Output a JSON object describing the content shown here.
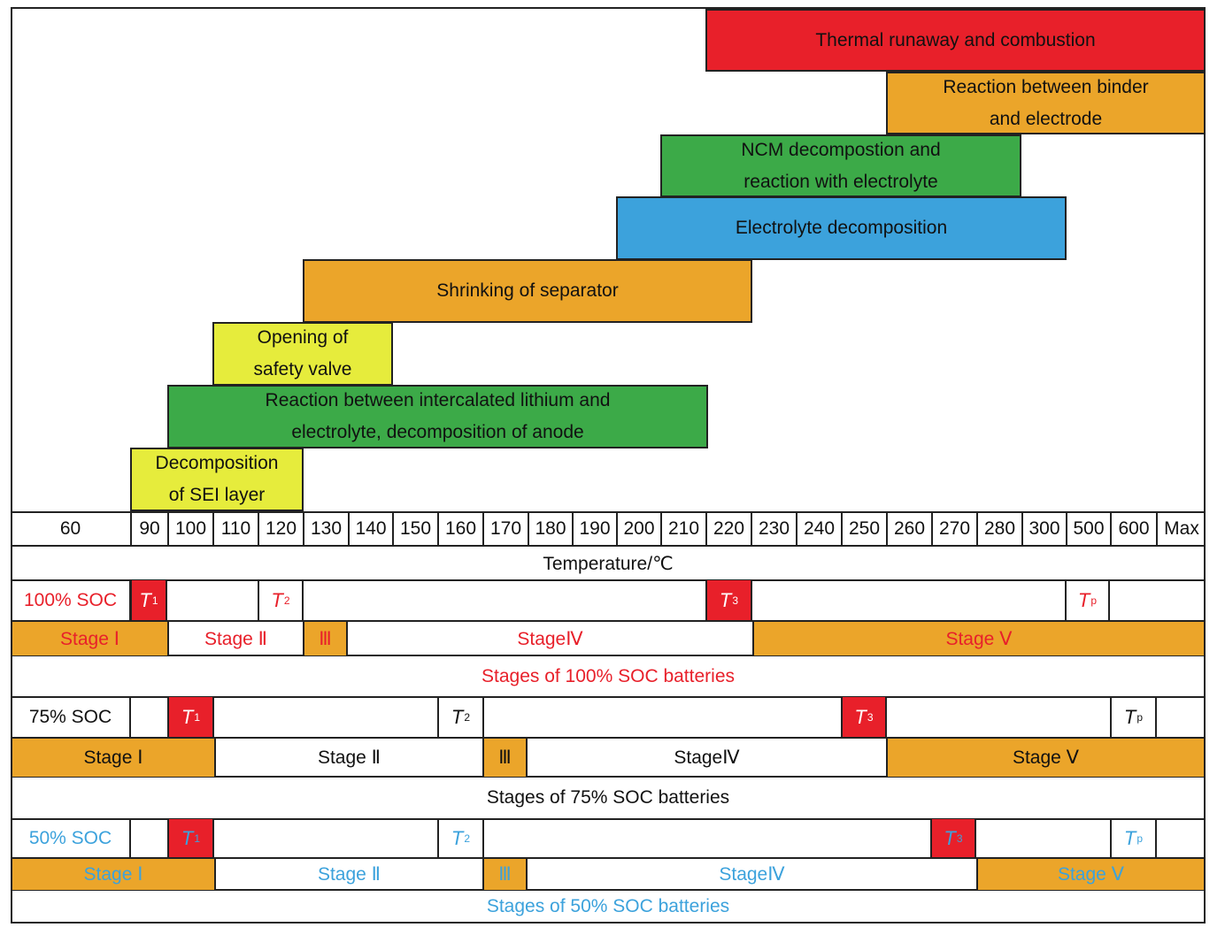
{
  "colors": {
    "red": "#e8202a",
    "orange": "#eba52a",
    "yellow": "#e6ec3c",
    "green": "#3caa48",
    "blue": "#3ca2dc",
    "text_red": "#e8202a",
    "text_blue": "#3ca2dc",
    "text_black": "#111111"
  },
  "reactions": {
    "thermal_runaway": "Thermal runaway and combustion",
    "binder_line1": "Reaction between binder",
    "binder_line2": "and electrode",
    "ncm_line1": "NCM decompostion and",
    "ncm_line2": "reaction with electrolyte",
    "electrolyte": "Electrolyte decomposition",
    "separator": "Shrinking of separator",
    "valve_line1": "Opening of",
    "valve_line2": "safety valve",
    "lithium_line1": "Reaction between intercalated lithium and",
    "lithium_line2": "electrolyte, decomposition of anode",
    "sei_line1": "Decomposition",
    "sei_line2": "of SEI layer"
  },
  "temperature_axis": {
    "ticks": [
      "60",
      "90",
      "100",
      "110",
      "120",
      "130",
      "140",
      "150",
      "160",
      "170",
      "180",
      "190",
      "200",
      "210",
      "220",
      "230",
      "240",
      "250",
      "260",
      "270",
      "280",
      "300",
      "500",
      "600",
      "Max"
    ],
    "label": "Temperature/℃"
  },
  "soc100": {
    "label": "100% SOC",
    "t1": "T",
    "t1_sub": "1",
    "t2": "T",
    "t2_sub": "2",
    "t3": "T",
    "t3_sub": "3",
    "tp": "T",
    "tp_sub": "p",
    "stage1": "Stage Ⅰ",
    "stage2": "Stage Ⅱ",
    "stage3": "Ⅲ",
    "stage4": "StageⅣ",
    "stage5": "Stage Ⅴ",
    "caption": "Stages of 100% SOC batteries"
  },
  "soc75": {
    "label": "75% SOC",
    "t1": "T",
    "t1_sub": "1",
    "t2": "T",
    "t2_sub": "2",
    "t3": "T",
    "t3_sub": "3",
    "tp": "T",
    "tp_sub": "p",
    "stage1": "Stage Ⅰ",
    "stage2": "Stage Ⅱ",
    "stage3": "Ⅲ",
    "stage4": "StageⅣ",
    "stage5": "Stage Ⅴ",
    "caption": "Stages of 75% SOC batteries"
  },
  "soc50": {
    "label": "50% SOC",
    "t1": "T",
    "t1_sub": "1",
    "t2": "T",
    "t2_sub": "2",
    "t3": "T",
    "t3_sub": "3",
    "tp": "T",
    "tp_sub": "p",
    "stage1": "Stage Ⅰ",
    "stage2": "Stage Ⅱ",
    "stage3": "Ⅲ",
    "stage4": "StageⅣ",
    "stage5": "Stage Ⅴ",
    "caption": "Stages of 50% SOC batteries"
  }
}
